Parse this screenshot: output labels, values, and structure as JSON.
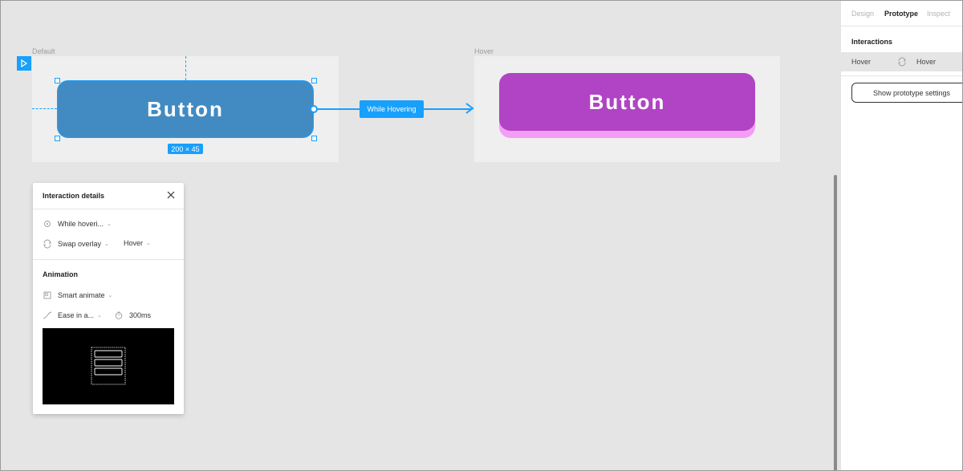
{
  "canvas": {
    "frames": [
      {
        "label": "Default",
        "button_text": "Button",
        "size_badge": "200 × 45"
      },
      {
        "label": "Hover",
        "button_text": "Button"
      }
    ],
    "connection_label": "While Hovering"
  },
  "colors": {
    "accent": "#18a0fb",
    "default_button": "#428bc2",
    "hover_button": "#b044c4",
    "hover_button_shadow": "#f49df5",
    "canvas_bg": "#e5e5e5"
  },
  "interaction_details": {
    "title": "Interaction details",
    "trigger": "While hoveri...",
    "action": "Swap overlay",
    "destination": "Hover",
    "animation": {
      "section_title": "Animation",
      "type": "Smart animate",
      "easing": "Ease in a...",
      "duration": "300ms"
    }
  },
  "panel": {
    "tabs": [
      {
        "label": "Design",
        "active": false
      },
      {
        "label": "Prototype",
        "active": true
      },
      {
        "label": "Inspect",
        "active": false
      }
    ],
    "interactions_title": "Interactions",
    "interaction": {
      "from": "Hover",
      "to": "Hover"
    },
    "show_settings_button": "Show prototype settings"
  },
  "icons": [
    "play-icon",
    "close-icon",
    "target-icon",
    "swap-icon",
    "smart-animate-icon",
    "ease-curve-icon",
    "timer-icon",
    "chevron-down-icon"
  ]
}
